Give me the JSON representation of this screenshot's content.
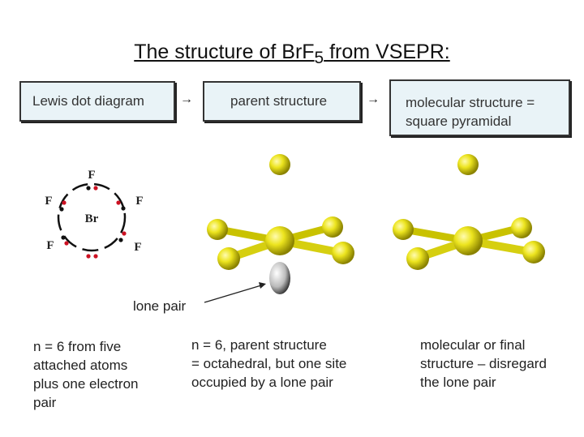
{
  "title": {
    "prefix": "The structure of BrF",
    "subscript": "5",
    "suffix": " from VSEPR:"
  },
  "flow": {
    "box1": "Lewis dot diagram",
    "box2": "parent structure",
    "box3_line1": "molecular structure =",
    "box3_line2": "square pyramidal",
    "arrow": "→"
  },
  "lewis": {
    "center": "Br",
    "ligand": "F"
  },
  "label_lone_pair": "lone pair",
  "captions": {
    "left": [
      "n = 6 from five",
      "attached atoms",
      "plus one electron",
      "pair"
    ],
    "middle": [
      "n = 6, parent structure",
      "= octahedral, but one site",
      "occupied by a lone pair"
    ],
    "right": [
      "molecular or final",
      "structure – disregard",
      "the lone pair"
    ]
  },
  "colors": {
    "atom": "#e8e020",
    "box_fill": "#e9f3f7",
    "electron_red": "#cc1122"
  }
}
